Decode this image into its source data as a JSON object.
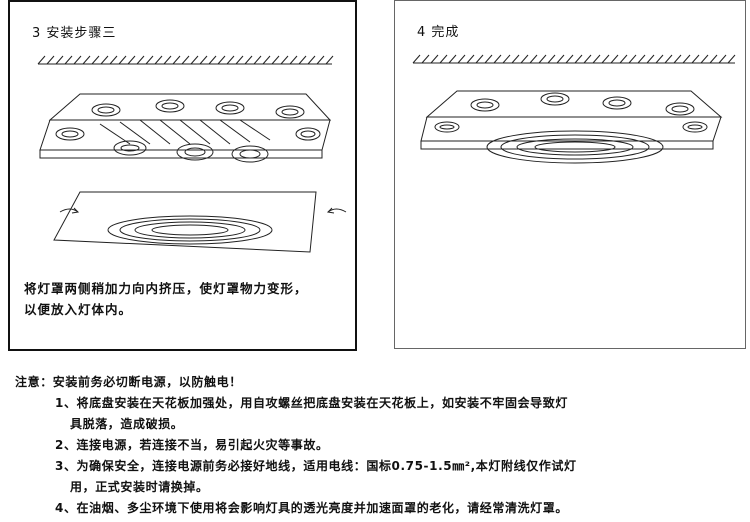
{
  "step3": {
    "title": "3   安装步骤三",
    "desc_line1": "将灯罩两侧稍加力向内挤压，使灯罩物力变形，",
    "desc_line2": "以便放入灯体内。"
  },
  "step4": {
    "title": "4   完成"
  },
  "notes": {
    "heading": "注意：安装前务必切断电源，以防触电！",
    "item1_a": "1、将底盘安装在天花板加强处，用自攻螺丝把底盘安装在天花板上，如安装不牢固会导致灯",
    "item1_b": "具脱落，造成破损。",
    "item2": "2、连接电源，若连接不当，易引起火灾等事故。",
    "item3_a": "3、为确保安全，连接电源前务必接好地线，适用电线：国标0.75-1.5㎜²,本灯附线仅作试灯",
    "item3_b": "用，正式安装时请换掉。",
    "item4": "4、在油烟、多尘环境下使用将会影响灯具的透光亮度并加速面罩的老化，请经常清洗灯罩。"
  }
}
